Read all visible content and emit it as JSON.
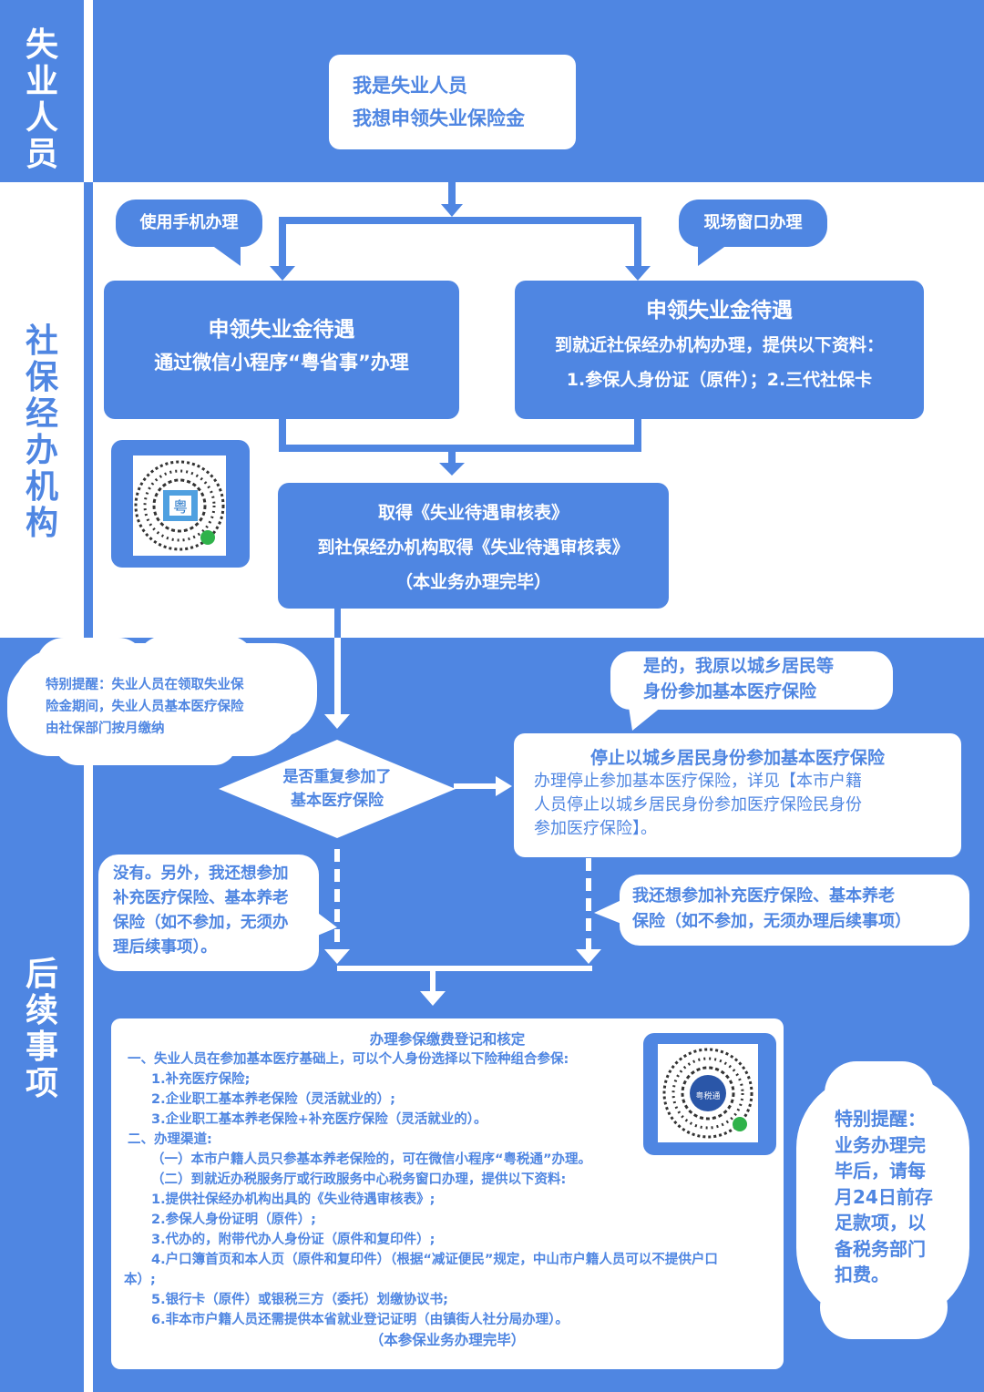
{
  "lanes": {
    "top": [
      "失",
      "业",
      "人",
      "员"
    ],
    "mid": [
      "社",
      "保",
      "经",
      "办",
      "机",
      "构"
    ],
    "bot": [
      "后",
      "续",
      "事",
      "项"
    ]
  },
  "start": {
    "line1": "我是失业人员",
    "line2": "我想申领失业保险金"
  },
  "bubble_phone": "使用手机办理",
  "bubble_window": "现场窗口办理",
  "box_phone": {
    "title": "申领失业金待遇",
    "line": "通过微信小程序“粤省事”办理"
  },
  "box_window": {
    "title": "申领失业金待遇",
    "line1": "到就近社保经办机构办理，提供以下资料：",
    "line2": "1.参保人身份证（原件）；2.三代社保卡"
  },
  "box_form": {
    "title": "取得《失业待遇审核表》",
    "line": "到社保经办机构取得《失业待遇审核表》",
    "note": "（本业务办理完毕）"
  },
  "cloud_left": {
    "l1": "特别提醒：失业人员在领取失业保",
    "l2": "险金期间，失业人员基本医疗保险",
    "l3": "由社保部门按月缴纳"
  },
  "diamond": {
    "l1": "是否重复参加了",
    "l2": "基本医疗保险"
  },
  "bubble_yes": {
    "l1": "是的，我原以城乡居民等",
    "l2": "身份参加基本医疗保险"
  },
  "box_stop": {
    "title": "停止以城乡居民身份参加基本医疗保险",
    "l1": "办理停止参加基本医疗保险，详见【本市户籍",
    "l2": "人员停止以城乡居民身份参加医疗保险民身份",
    "l3": "参加医疗保险】。"
  },
  "bubble_no": {
    "l1": "没有。另外，我还想参加",
    "l2": "补充医疗保险、基本养老",
    "l3": "保险（如不参加，无须办",
    "l4": "理后续事项）。"
  },
  "bubble_also": {
    "l1": "我还想参加补充医疗保险、基本养老",
    "l2": "保险（如不参加，无须办理后续事项）"
  },
  "final": {
    "title": "办理参保缴费登记和核定",
    "items": [
      "一、失业人员在参加基本医疗基础上，可以个人身份选择以下险种组合参保:",
      "1.补充医疗保险;",
      "2.企业职工基本养老保险（灵活就业的）;",
      "3.企业职工基本养老保险+补充医疗保险（灵活就业的）。",
      "二、办理渠道:",
      "（一）本市户籍人员只参基本养老保险的，可在微信小程序“粤税通”办理。",
      "（二）到就近办税服务厅或行政服务中心税务窗口办理，提供以下资料:",
      "1.提供社保经办机构出具的《失业待遇审核表》;",
      "2.参保人身份证明（原件）;",
      "3.代办的，附带代办人身份证（原件和复印件）;",
      "4.户口簿首页和本人页（原件和复印件）（根据“减证便民”规定，中山市户籍人员可以不提供户口",
      "本）;",
      "5.银行卡（原件）或银税三方（委托）划缴协议书;",
      "6.非本市户籍人员还需提供本省就业登记证明（由镇街人社分局办理）。"
    ],
    "footer": "（本参保业务办理完毕）"
  },
  "cloud_right": {
    "l1": "特别提醒：",
    "l2": "业务办理完",
    "l3": "毕后，请每",
    "l4": "月24日前存",
    "l5": "足款项，以",
    "l6": "备税务部门",
    "l7": "扣费。"
  },
  "qr1_label": "粤",
  "qr2_label": "粤税通",
  "colors": {
    "brand": "#4f86e2",
    "white": "#ffffff"
  }
}
